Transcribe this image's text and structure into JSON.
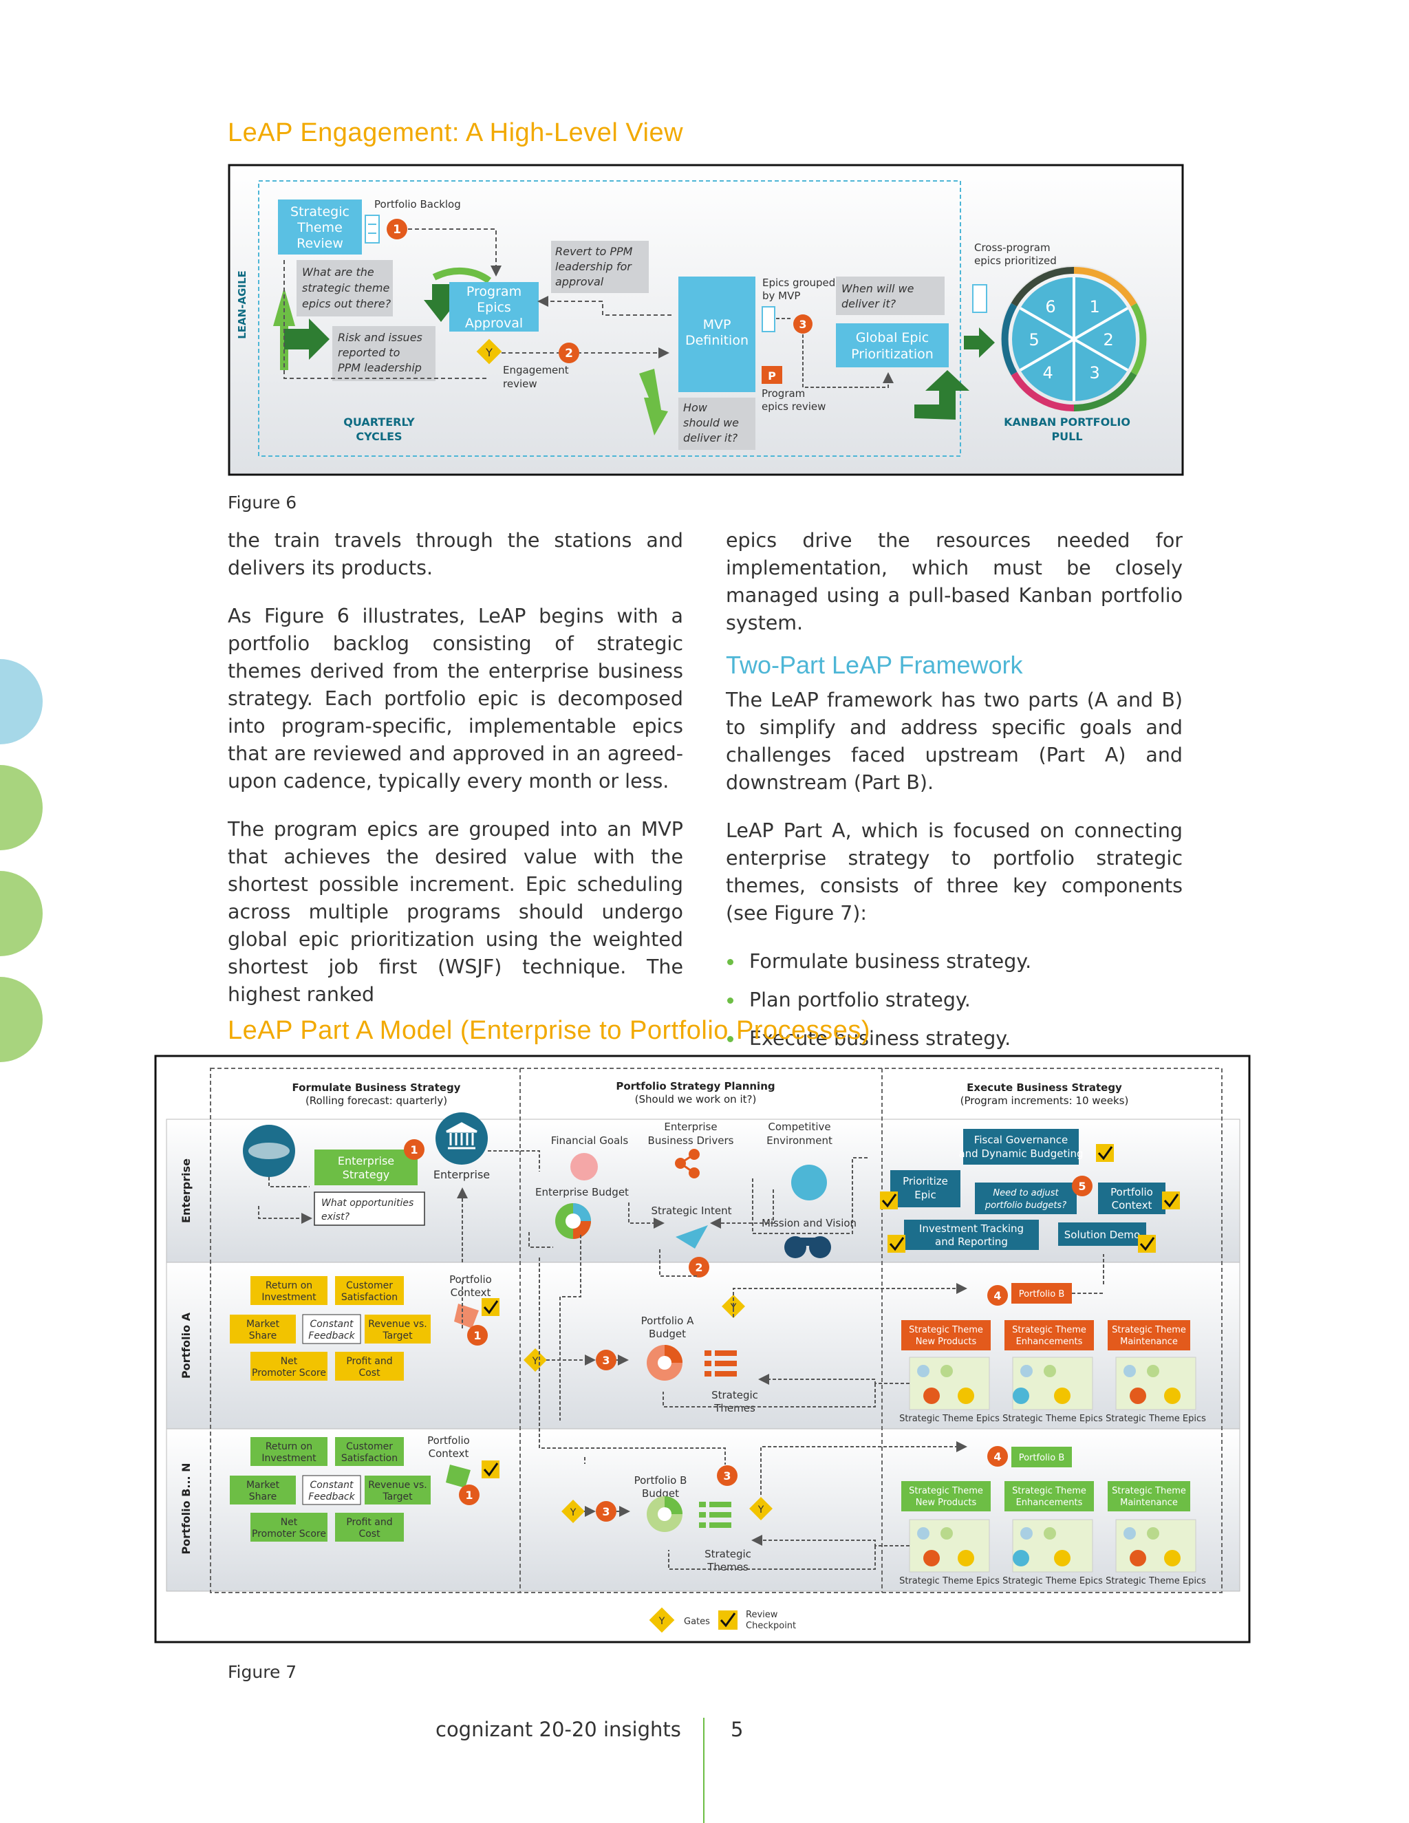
{
  "fig6": {
    "title": "LeAP Engagement: A High-Level View",
    "caption": "Figure 6",
    "lean_agile": "LEAN-AGILE",
    "strategic_theme_review": [
      "Strategic",
      "Theme",
      "Review"
    ],
    "portfolio_backlog": "Portfolio Backlog",
    "strategic_question": [
      "What are the",
      "strategic theme",
      "epics out there?"
    ],
    "program_epics_approval": [
      "Program",
      "Epics",
      "Approval"
    ],
    "revert": [
      "Revert to PPM",
      "leadership for",
      "approval"
    ],
    "risk": [
      "Risk and issues",
      "reported to",
      "PPM leadership"
    ],
    "engagement_review": [
      "Engagement",
      "review"
    ],
    "quarterly_cycles": [
      "QUARTERLY",
      "CYCLES"
    ],
    "mvp_definition": [
      "MVP",
      "Definition"
    ],
    "how_deliver": [
      "How",
      "should we",
      "deliver it?"
    ],
    "epics_grouped": [
      "Epics grouped",
      "by MVP"
    ],
    "when_deliver": [
      "When will we",
      "deliver it?"
    ],
    "global_epic": [
      "Global Epic",
      "Prioritization"
    ],
    "program_epics_review": [
      "Program",
      "epics review"
    ],
    "p_marker": "P",
    "cross_program": [
      "Cross-program",
      "epics prioritized"
    ],
    "kanban": [
      "KANBAN PORTFOLIO",
      "PULL"
    ],
    "wheel_numbers": [
      "1",
      "2",
      "3",
      "4",
      "5",
      "6"
    ],
    "badges": [
      "1",
      "2",
      "3"
    ]
  },
  "left_column": [
    "the train travels through the stations and delivers its products.",
    "As Figure 6 illustrates, LeAP begins with a portfolio backlog consisting of strategic themes derived from the enterprise business strategy. Each portfolio epic is decomposed into program-specific, implementable epics that are reviewed and approved in an agreed-upon cadence, typically every month or less.",
    "The program epics are grouped into an MVP that achieves the desired value with the shortest possible increment. Epic scheduling across multiple programs should undergo global epic prioritization using the weighted shortest job first (WSJF) technique. The highest ranked"
  ],
  "right_column": {
    "intro": "epics drive the resources needed for implementation, which must be closely managed using a pull-based Kanban portfolio system.",
    "heading": "Two-Part LeAP Framework",
    "p1": "The LeAP framework has two parts (A and B) to simplify and address specific goals and challenges faced upstream (Part A) and downstream (Part B).",
    "p2": "LeAP Part A, which is focused on connecting enterprise strategy to portfolio strategic themes, consists of three key components (see Figure 7):",
    "bullets": [
      "Formulate business strategy.",
      "Plan portfolio strategy.",
      "Execute business strategy."
    ]
  },
  "fig7": {
    "title": "LeAP Part A Model (Enterprise to Portfolio Processes)",
    "caption": "Figure 7",
    "col_headers": [
      {
        "title": "Formulate Business Strategy",
        "sub": "(Rolling forecast: quarterly)"
      },
      {
        "title": "Portfolio Strategy Planning",
        "sub": "(Should we work on it?)"
      },
      {
        "title": "Execute Business Strategy",
        "sub": "(Program increments: 10 weeks)"
      }
    ],
    "rows": [
      "Enterprise",
      "Portfolio A",
      "Portfolio B... N"
    ],
    "enterprise_strategy": [
      "Enterprise",
      "Strategy"
    ],
    "what_opportunities": [
      "What opportunities",
      "exist?"
    ],
    "enterprise": "Enterprise",
    "financial_goals": "Financial Goals",
    "enterprise_business_drivers": [
      "Enterprise",
      "Business Drivers"
    ],
    "competitive_env": [
      "Competitive",
      "Environment"
    ],
    "enterprise_budget": "Enterprise Budget",
    "strategic_intent": "Strategic Intent",
    "mission_vision": "Mission and Vision",
    "fiscal_governance": [
      "Fiscal Governance",
      "and Dynamic Budgeting"
    ],
    "prioritize_epic": [
      "Prioritize",
      "Epic"
    ],
    "need_adjust": [
      "Need to adjust",
      "portfolio budgets?"
    ],
    "portfolio_context_box": [
      "Portfolio",
      "Context"
    ],
    "investment_tracking": [
      "Investment Tracking",
      "and Reporting"
    ],
    "solution_demo": "Solution Demo",
    "portfolio_context_label": [
      "Portfolio",
      "Context"
    ],
    "metrics": {
      "roi": [
        "Return on",
        "Investment"
      ],
      "cs": [
        "Customer",
        "Satisfaction"
      ],
      "ms": [
        "Market",
        "Share"
      ],
      "cf": [
        "Constant",
        "Feedback"
      ],
      "rvt": [
        "Revenue vs.",
        "Target"
      ],
      "nps": [
        "Net",
        "Promoter Score"
      ],
      "pc": [
        "Profit and",
        "Cost"
      ]
    },
    "portfolio_a_budget": [
      "Portfolio A",
      "Budget"
    ],
    "portfolio_b_budget": [
      "Portfolio B",
      "Budget"
    ],
    "strategic_themes": [
      "Strategic",
      "Themes"
    ],
    "portfolio_b": "Portfolio B",
    "theme_boxes": [
      [
        "Strategic Theme",
        "New Products"
      ],
      [
        "Strategic Theme",
        "Enhancements"
      ],
      [
        "Strategic Theme",
        "Maintenance"
      ]
    ],
    "theme_epics": "Strategic Theme Epics",
    "legend_gates": "Gates",
    "legend_review": [
      "Review",
      "Checkpoint"
    ],
    "badges": [
      "1",
      "2",
      "3",
      "4",
      "5"
    ]
  },
  "footer": {
    "brand": "cognizant 20-20 insights",
    "page": "5"
  },
  "colors": {
    "orange": "#F2A900",
    "blue": "#4DB6D6",
    "green": "#6DBE45",
    "teal": "#0E6B82",
    "badge": "#E35A1C",
    "dark_green": "#2E7D32"
  }
}
